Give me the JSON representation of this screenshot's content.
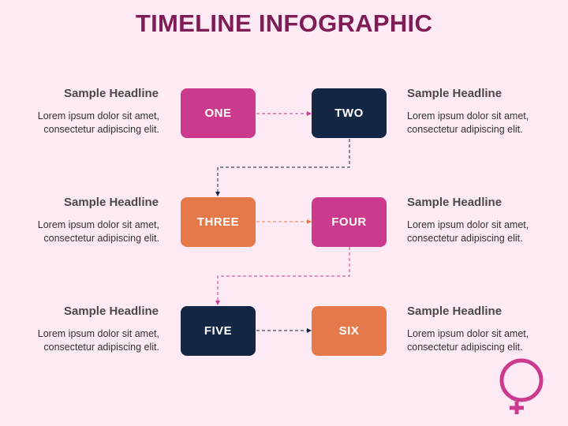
{
  "title": "TIMELINE INFOGRAPHIC",
  "colors": {
    "background": "#fdeaf5",
    "title": "#7d1c55",
    "magenta": "#cc3a8e",
    "navy": "#132744",
    "orange": "#e5794a"
  },
  "steps": [
    {
      "label": "ONE",
      "color": "#cc3a8e"
    },
    {
      "label": "TWO",
      "color": "#132744"
    },
    {
      "label": "THREE",
      "color": "#e5794a"
    },
    {
      "label": "FOUR",
      "color": "#cc3a8e"
    },
    {
      "label": "FIVE",
      "color": "#132744"
    },
    {
      "label": "SIX",
      "color": "#e5794a"
    }
  ],
  "captions": [
    {
      "headline": "Sample Headline",
      "line1": "Lorem ipsum dolor sit amet,",
      "line2": "consectetur adipiscing elit."
    },
    {
      "headline": "Sample Headline",
      "line1": "Lorem ipsum dolor sit amet,",
      "line2": "consectetur adipiscing elit."
    },
    {
      "headline": "Sample Headline",
      "line1": "Lorem ipsum dolor sit amet,",
      "line2": "consectetur adipiscing elit."
    },
    {
      "headline": "Sample Headline",
      "line1": "Lorem ipsum dolor sit amet,",
      "line2": "consectetur adipiscing elit."
    },
    {
      "headline": "Sample Headline",
      "line1": "Lorem ipsum dolor sit amet,",
      "line2": "consectetur adipiscing elit."
    },
    {
      "headline": "Sample Headline",
      "line1": "Lorem ipsum dolor sit amet,",
      "line2": "consectetur adipiscing elit."
    }
  ],
  "decor_icon": "female-symbol-icon"
}
